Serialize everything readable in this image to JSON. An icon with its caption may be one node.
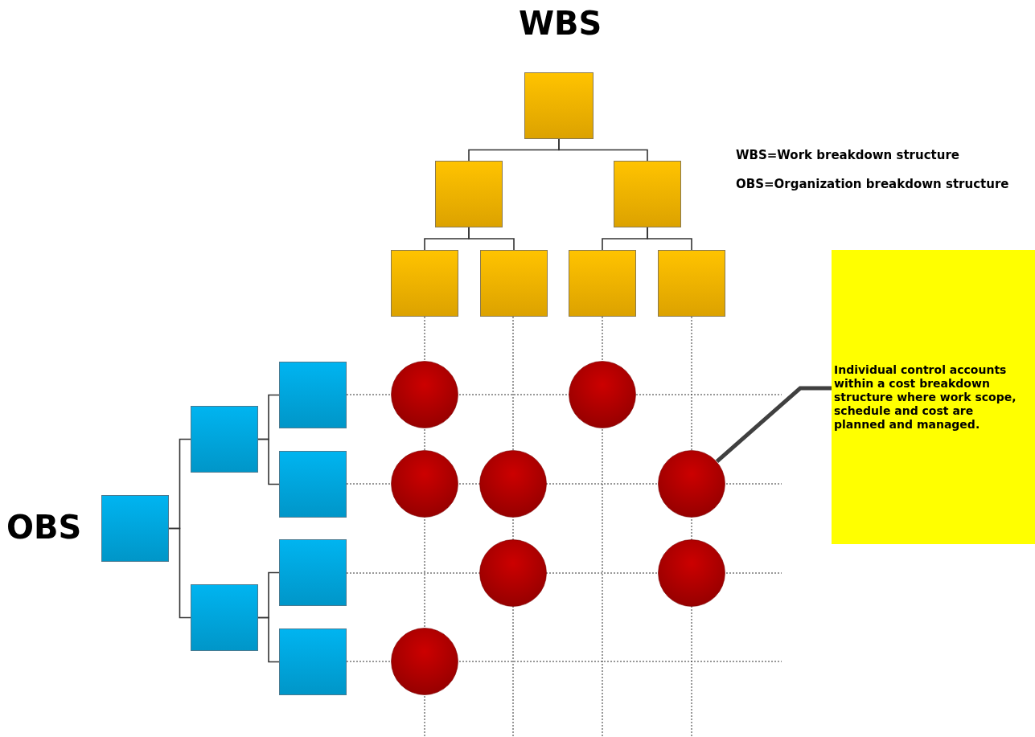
{
  "diagram": {
    "nodes": [
      {
        "text": [],
        "shape": "box"
      },
      {
        "text": [],
        "shape": "box"
      },
      {
        "text": [],
        "shape": "box"
      },
      {
        "text": [],
        "shape": "box"
      },
      {
        "text": [],
        "shape": "box"
      },
      {
        "text": [],
        "shape": "box"
      },
      {
        "text": [],
        "shape": "box"
      },
      {
        "text": [
          "Individual control accounts within a cost breakdown structure where work scope, schedule and cost are planned and managed."
        ]
      },
      {
        "text": [],
        "shape": "box"
      },
      {
        "text": [],
        "shape": "box"
      },
      {
        "text": [],
        "shape": "box"
      },
      {
        "text": [],
        "shape": "box"
      },
      {
        "text": [],
        "shape": "box"
      },
      {
        "text": [],
        "shape": "box"
      },
      {
        "text": [],
        "shape": "box"
      },
      {
        "text": [],
        "shape": "circle"
      },
      {
        "text": [],
        "shape": "circle"
      },
      {
        "text": [],
        "shape": "circle"
      },
      {
        "text": [],
        "shape": "circle"
      },
      {
        "text": [],
        "shape": "circle"
      },
      {
        "text": [],
        "shape": "circle"
      },
      {
        "text": [],
        "shape": "circle"
      },
      {
        "text": [],
        "shape": "circle"
      }
    ],
    "edges": [
      {
        "from": 0,
        "to": 1,
        "arrow": "none"
      },
      {
        "from": 0,
        "to": 2,
        "arrow": "none"
      },
      {
        "from": 1,
        "to": 3,
        "arrow": "none"
      },
      {
        "from": 1,
        "to": 4,
        "arrow": "none"
      },
      {
        "from": 2,
        "to": 5,
        "arrow": "none"
      },
      {
        "from": 2,
        "to": 6,
        "arrow": "none"
      },
      {
        "from": 8,
        "to": 9,
        "arrow": "none"
      },
      {
        "from": 8,
        "to": 10,
        "arrow": "none"
      },
      {
        "from": 9,
        "to": 11,
        "arrow": "none"
      },
      {
        "from": 9,
        "to": 12,
        "arrow": "none"
      },
      {
        "from": 10,
        "to": 13,
        "arrow": "none"
      },
      {
        "from": 10,
        "to": 14,
        "arrow": "none"
      },
      {
        "from": 7,
        "to": 19,
        "arrow": "none",
        "style": "thick"
      }
    ],
    "labels": [
      "WBS",
      "WBS=Work breakdown structure",
      "OBS=Organization breakdown structure",
      "OBS"
    ]
  }
}
